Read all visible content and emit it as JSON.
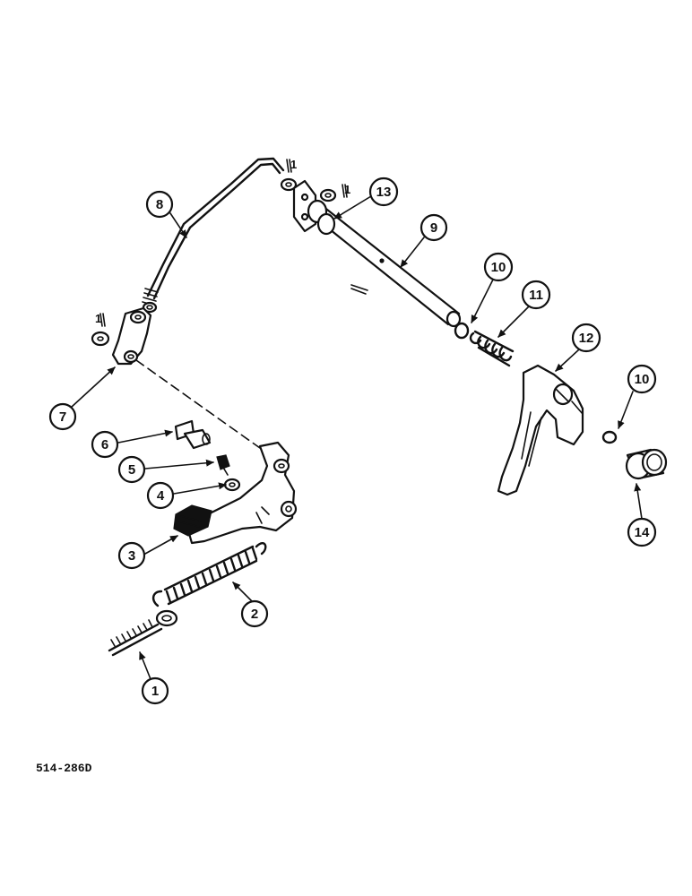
{
  "diagram": {
    "reference_code": "514-286D",
    "callouts": {
      "c1": "1",
      "c2": "2",
      "c3": "3",
      "c4": "4",
      "c5": "5",
      "c6": "6",
      "c7": "7",
      "c8": "8",
      "c9": "9",
      "c10a": "10",
      "c10b": "10",
      "c11": "11",
      "c12": "12",
      "c13": "13",
      "c14": "14"
    },
    "pin_labels": {
      "p1": "1",
      "p2": "1",
      "p3": "1"
    }
  }
}
